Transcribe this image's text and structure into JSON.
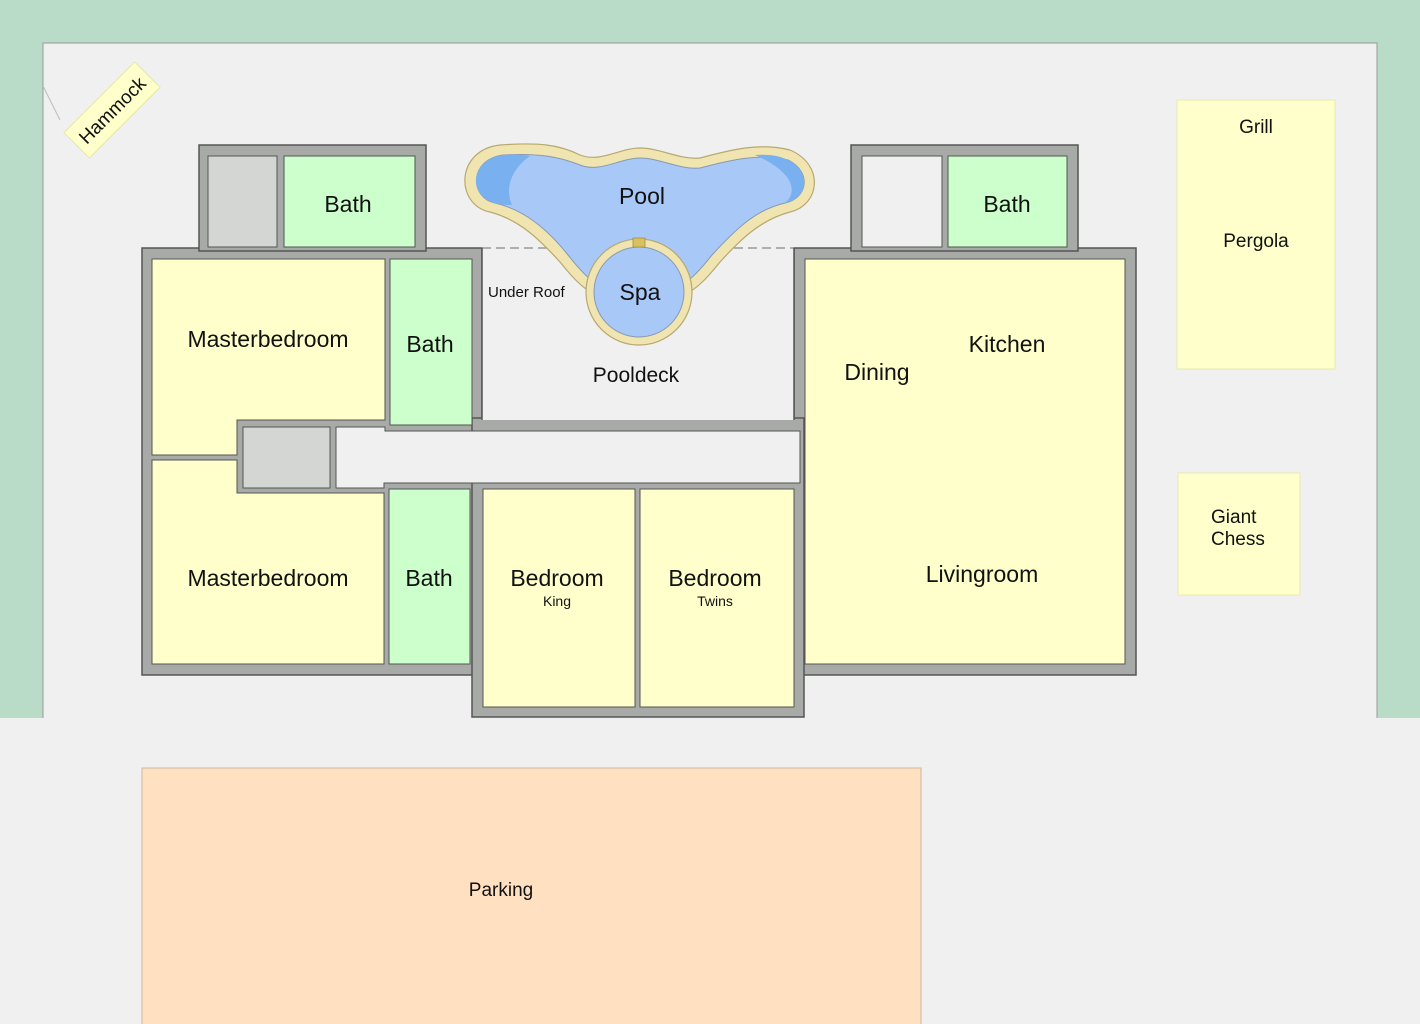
{
  "colors": {
    "lawn": "#b8dcc8",
    "ground": "#f0f0f0",
    "wall": "#a8aaa8",
    "room": "#ffffcc",
    "bath": "#ccffcc",
    "storage": "#d4d6d4",
    "parking": "#ffe0c0",
    "water": "#a8c8f8",
    "deep_water": "#78b0f0",
    "coping": "#f0e4b0"
  },
  "labels": {
    "hammock": "Hammock",
    "bath_top_left": "Bath",
    "bath_top_right": "Bath",
    "pool": "Pool",
    "spa": "Spa",
    "under_roof": "Under Roof",
    "pooldeck": "Pooldeck",
    "masterbedroom_top": "Masterbedroom",
    "bath_mid_left": "Bath",
    "masterbedroom_bottom": "Masterbedroom",
    "bath_bottom_left": "Bath",
    "bedroom_king": "Bedroom",
    "bedroom_king_sub": "King",
    "bedroom_twins": "Bedroom",
    "bedroom_twins_sub": "Twins",
    "dining": "Dining",
    "kitchen": "Kitchen",
    "livingroom": "Livingroom",
    "grill": "Grill",
    "pergola": "Pergola",
    "giant_chess_1": "Giant",
    "giant_chess_2": "Chess",
    "parking": "Parking"
  }
}
